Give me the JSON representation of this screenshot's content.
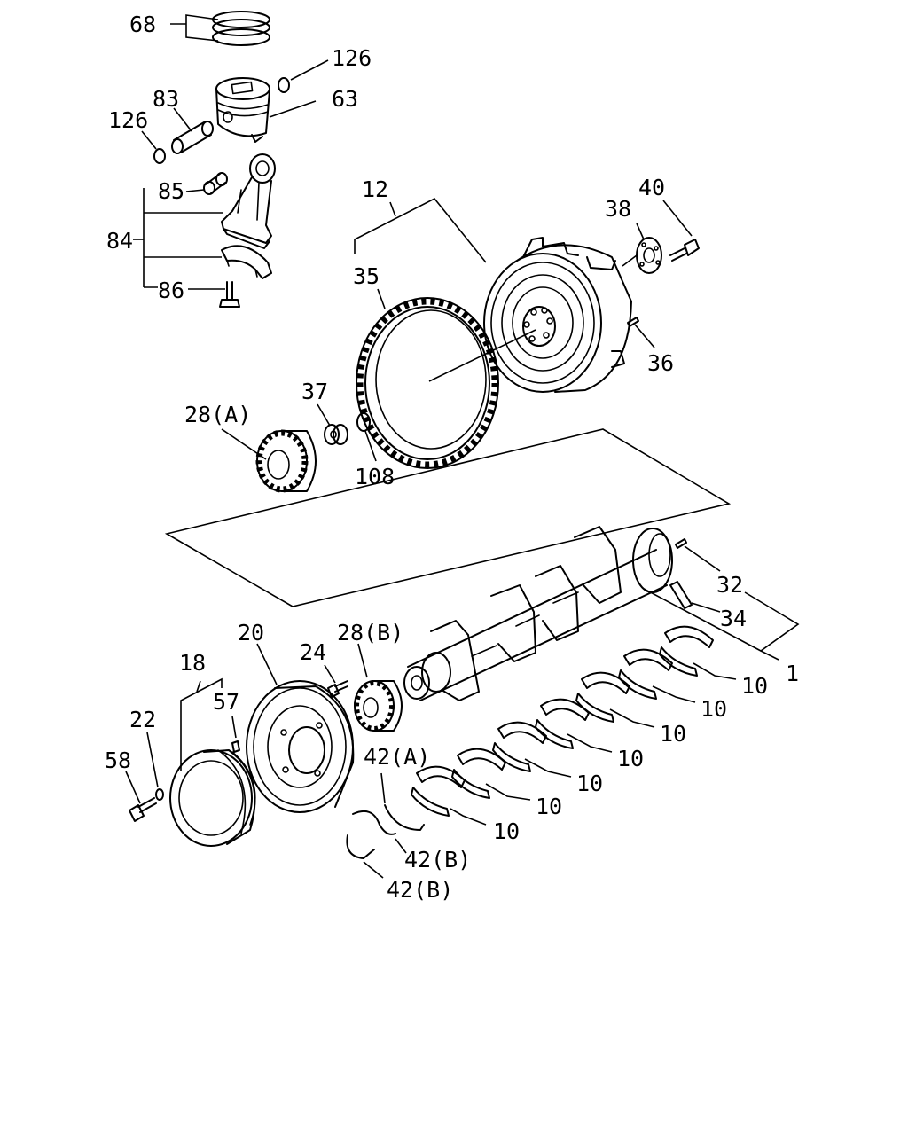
{
  "diagram": {
    "labels": {
      "p68": "68",
      "p126a": "126",
      "p83": "83",
      "p63": "63",
      "p126b": "126",
      "p85": "85",
      "p84": "84",
      "p86": "86",
      "p12": "12",
      "p40": "40",
      "p38": "38",
      "p35": "35",
      "p36": "36",
      "p37": "37",
      "p28a": "28(A)",
      "p108": "108",
      "p32": "32",
      "p34": "34",
      "p1": "1",
      "p20": "20",
      "p28b": "28(B)",
      "p24": "24",
      "p18": "18",
      "p57": "57",
      "p22": "22",
      "p58": "58",
      "p42a": "42(A)",
      "p42b1": "42(B)",
      "p42b2": "42(B)",
      "p10a": "10",
      "p10b": "10",
      "p10c": "10",
      "p10d": "10",
      "p10e": "10",
      "p10f": "10",
      "p10g": "10"
    }
  }
}
